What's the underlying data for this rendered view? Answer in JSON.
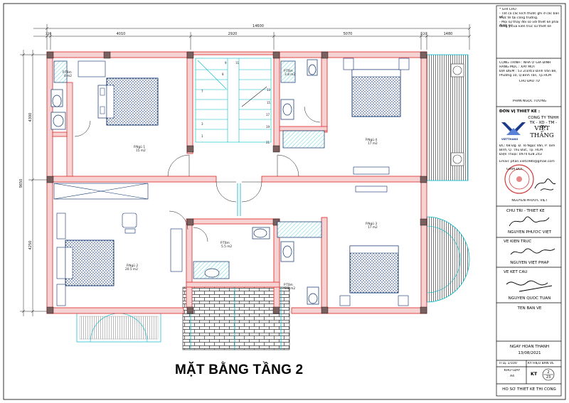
{
  "plan": {
    "title": "MẶT BẰNG TẦNG 2",
    "dims_top": {
      "total": "14600",
      "segments": [
        "320",
        "4010",
        "2920",
        "5070",
        "220",
        "1480"
      ]
    },
    "dims_left": {
      "total": "9650",
      "segments": [
        "4300",
        "4250"
      ]
    },
    "rooms": {
      "bed_1": "P.Ngủ 1",
      "bed_1_area": "15 m2",
      "bed_2": "P.Ngủ 2",
      "bed_2_area": "20.5 m2",
      "bed_3": "P.Ngủ 3",
      "bed_3_area": "17 m2",
      "bed_4": "P.Ngủ 4",
      "bed_4_area": "17 m2",
      "bath_tl": "P.Tắm",
      "bath_tl_area": "4 m2",
      "bath_tr": "P.Tắm",
      "bath_tr_area": "3.8 m2",
      "bath_c": "P.Tắm",
      "bath_c_area": "5.5 m2",
      "bath_cr": "P.Tắm",
      "bath_cr_area": "3.8 m2"
    },
    "stair_numbers": [
      "9",
      "11",
      "8",
      "13",
      "7",
      "15",
      "3",
      "17",
      "1",
      "19",
      "21"
    ]
  },
  "title_block": {
    "notes_heading": "* GHI CHÚ:",
    "notes_1": "- Tất cả các kích thước ghi ở các bản vẽ",
    "notes_2": "thực tế tại công trường.",
    "notes_3": "- Mọi sự thay đổi so với thiết kế phải được sự",
    "notes_4": "đồng ý của kiến trúc sư thiết kế",
    "project_1": "CÔNG TRÌNH : NHÀ Ở GIA ĐÌNH",
    "project_2": "HẠNG MỤC : XÂY MỚI",
    "project_3": "ĐỊA ĐIỂM : 53 2/3/4/3 Đinh Văn Bé,",
    "project_4": "Phường 10, Q.Bình Tân, Tp.HCM",
    "project_5": "CHỦ ĐẦU TƯ",
    "owner": "PHAN NGỌC TƯỜNG",
    "designer_label": "ĐƠN VỊ THIẾT KẾ :",
    "company_1": "CÔNG TY TNHH",
    "company_2": "TK - XD - TM - DV",
    "company_brand": "VIỆT THẮNG",
    "company_logo_text": "VIETTHANG",
    "company_addr_1": "ĐC: 68 Đg. Đ. Tô Ngọc Vân, P. Tam",
    "company_addr_2": "Bình, Q. Thủ Đức, Tp. HCM",
    "company_phone": "Điện Thoại: 0974 628 243",
    "company_email": "Email: phan.viet1980@gmail.com",
    "director_label": "GIÁM ĐỐC",
    "director_name": "NGUYỄN PHƯỚC VIỆT",
    "chief_label": "CHỦ TRÌ - THIẾT KẾ",
    "chief_name": "NGUYỄN PHƯỚC VIỆT",
    "arch_label": "VẼ KIẾN TRÚC",
    "arch_name": "NGUYỄN VIỆT PHÁP",
    "struct_label": "VẼ KẾT CẤU",
    "struct_name": "NGUYỄN QUỐC TUẤN",
    "drawing_name_label": "TÊN BẢN VẼ",
    "completion_label": "NGÀY HOÀN THÀNH",
    "completion_date": "13/08/2021",
    "scale_label": "TỈ LỆ 1/100",
    "code_label": "KÝ HIỆU BẢN VẼ",
    "paper_label": "KHỔ GIẤY",
    "paper_size": "A4",
    "code": "KT",
    "sheet_num": "2",
    "sheet_total": "23",
    "footer": "HỒ SƠ THIẾT KẾ THI CÔNG"
  },
  "colors": {
    "wall": "#e03a3a",
    "wall_fill": "#f6d2d2",
    "column": "#7b6060",
    "dim": "#1a1a1a",
    "fixture_cyan": "#00b8c8",
    "furniture": "#0a2f6a",
    "hatch": "#222222"
  }
}
